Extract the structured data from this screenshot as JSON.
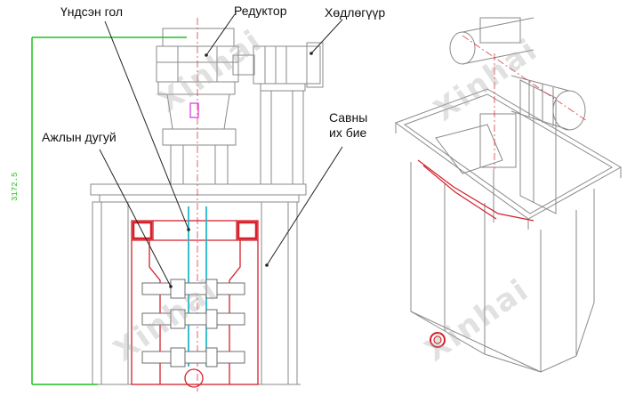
{
  "labels": {
    "main_shaft": "Үндсэн гол",
    "reducer": "Редуктор",
    "motor": "Хөдлөгүүр",
    "tank_body_line1": "Савны",
    "tank_body_line2": "их бие",
    "impeller": "Ажлын дугуй"
  },
  "watermark": "Xinhai",
  "dimension_text": "3172.5",
  "colors": {
    "outline": "#8a8a8a",
    "tank_red": "#d4202a",
    "shaft_cyan": "#27b6c8",
    "dimension_green": "#1fc21f",
    "leader": "#222222",
    "magenta": "#e040e0"
  }
}
